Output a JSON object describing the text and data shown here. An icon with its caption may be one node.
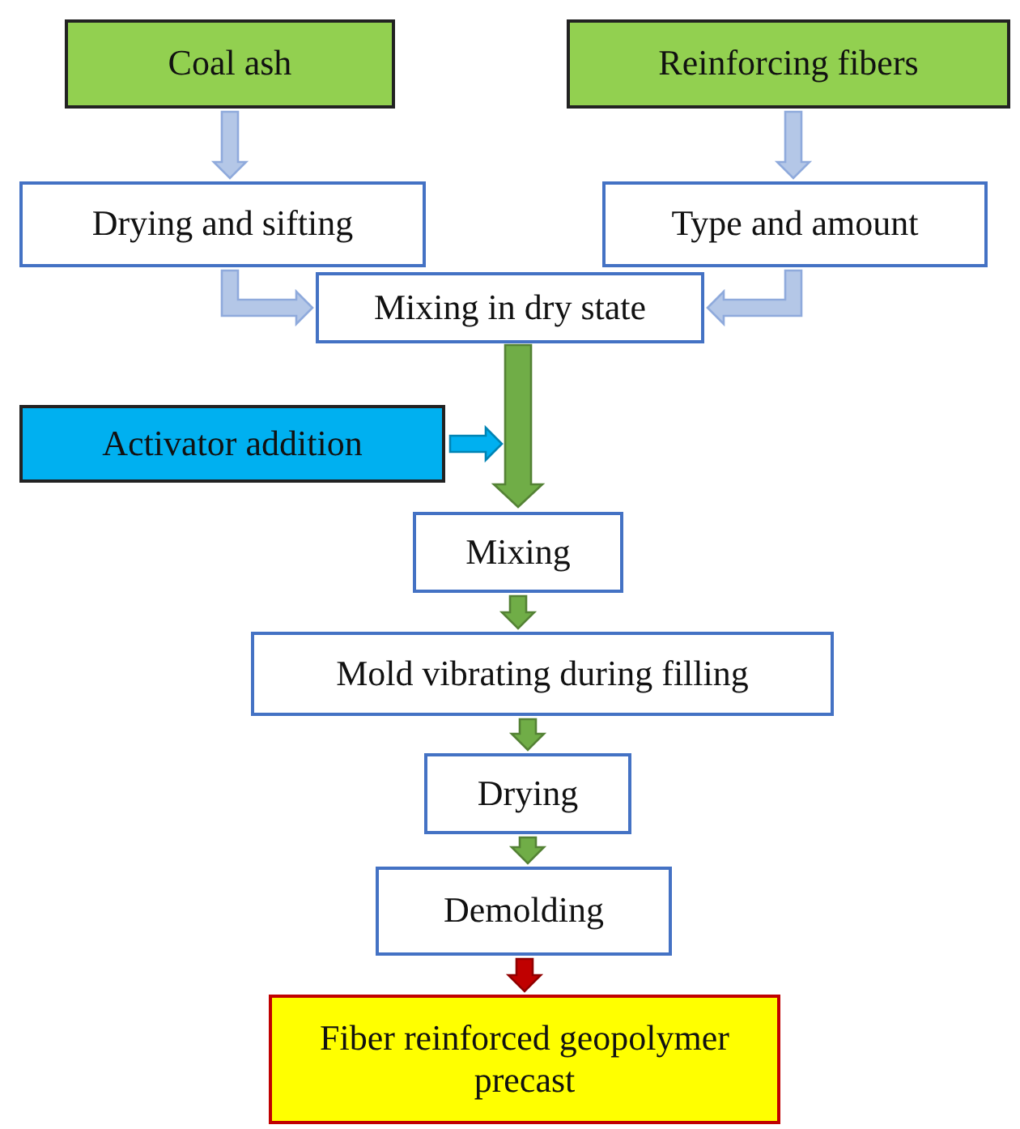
{
  "diagram": {
    "nodes": [
      {
        "text": [
          "Coal ash"
        ]
      },
      {
        "text": [
          "Reinforcing fibers"
        ]
      },
      {
        "text": [
          "Drying and sifting"
        ]
      },
      {
        "text": [
          "Type and amount"
        ]
      },
      {
        "text": [
          "Mixing in dry state"
        ]
      },
      {
        "text": [
          "Activator addition"
        ]
      },
      {
        "text": [
          "Mixing"
        ]
      },
      {
        "text": [
          "Mold vibrating during filling"
        ]
      },
      {
        "text": [
          "Drying"
        ]
      },
      {
        "text": [
          "Demolding"
        ]
      },
      {
        "text": [
          "Fiber reinforced geopolymer precast"
        ]
      }
    ],
    "edges": [
      {
        "from": 0,
        "to": 2,
        "arrow": "to"
      },
      {
        "from": 1,
        "to": 3,
        "arrow": "to"
      },
      {
        "from": 2,
        "to": 4,
        "arrow": "to"
      },
      {
        "from": 3,
        "to": 4,
        "arrow": "to"
      },
      {
        "from": 4,
        "to": 6,
        "arrow": "to",
        "style": "thick",
        "color": "#70ad47"
      },
      {
        "from": 5,
        "to": null,
        "arrow": "to",
        "color": "#00b0f0"
      },
      {
        "from": 6,
        "to": 7,
        "arrow": "to",
        "color": "#70ad47"
      },
      {
        "from": 7,
        "to": 8,
        "arrow": "to",
        "color": "#70ad47"
      },
      {
        "from": 8,
        "to": 9,
        "arrow": "to",
        "color": "#70ad47"
      },
      {
        "from": 9,
        "to": 10,
        "arrow": "to",
        "color": "#c00000"
      }
    ]
  }
}
